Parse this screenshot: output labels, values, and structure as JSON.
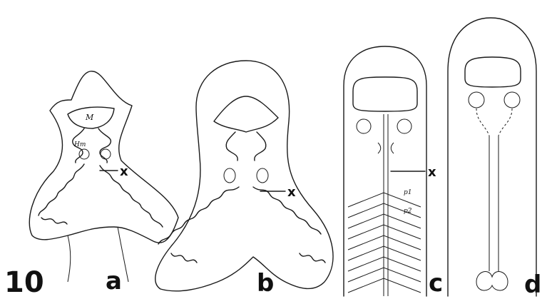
{
  "figure": {
    "number": "10",
    "panels": [
      {
        "letter": "a",
        "labels": [
          "M",
          "Hm",
          "x"
        ]
      },
      {
        "letter": "b",
        "labels": [
          "x"
        ]
      },
      {
        "letter": "c",
        "labels": [
          "x",
          "p1",
          "p2"
        ]
      },
      {
        "letter": "d",
        "labels": []
      }
    ]
  }
}
